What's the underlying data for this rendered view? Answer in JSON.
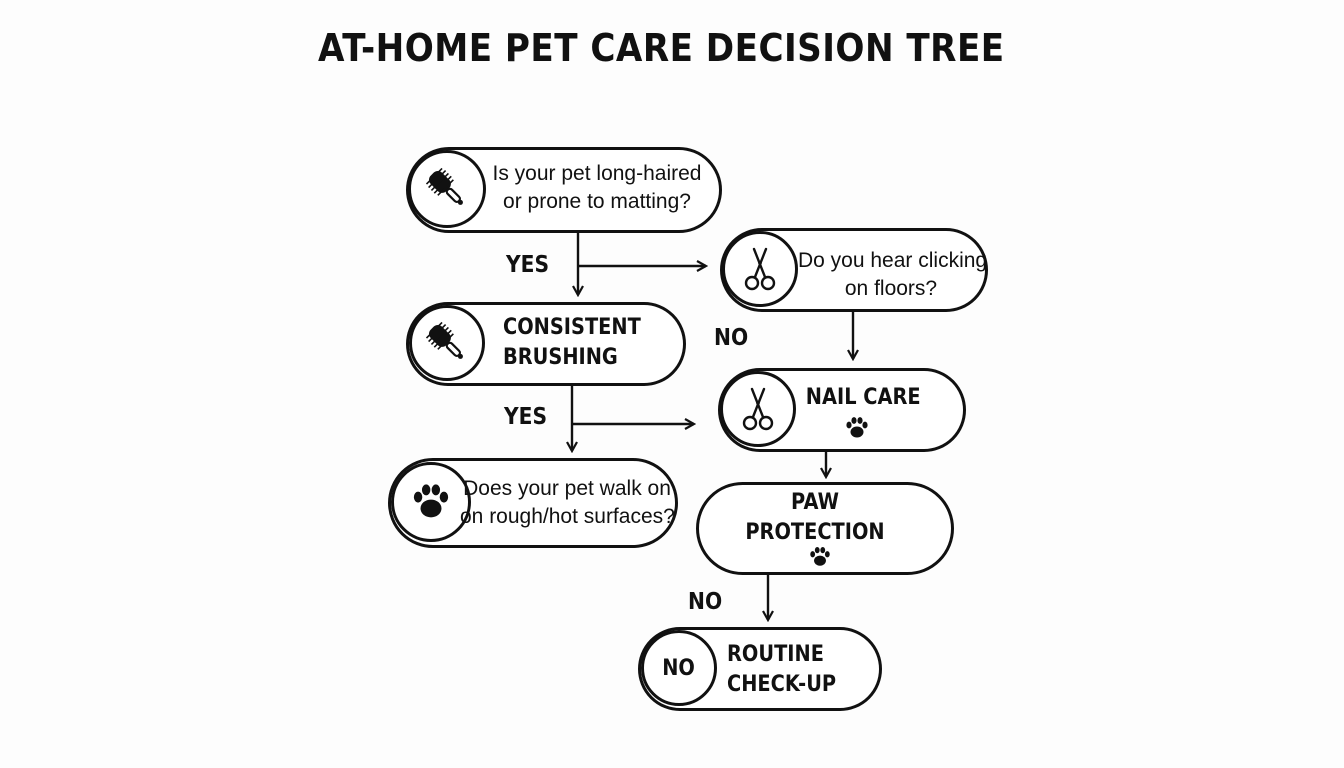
{
  "title": "AT-HOME PET CARE DECISION TREE",
  "nodes": {
    "q_long_haired": {
      "line1": "Is your pet long-haired",
      "line2": "or prone to matting?",
      "icon": "brush-icon"
    },
    "q_clicking": {
      "line1": "Do you hear clicking",
      "line2": "on floors?",
      "icon": "scissors-icon"
    },
    "consistent_brushing": {
      "line1": "CONSISTENT",
      "line2": "BRUSHING",
      "icon": "brush-icon"
    },
    "nail_care": {
      "line1": "NAIL CARE",
      "icon": "scissors-icon",
      "badge_icon": "paw-icon"
    },
    "q_rough_surfaces": {
      "line1": "Does your pet walk on",
      "line2": "on rough/hot surfaces?",
      "icon": "paw-icon"
    },
    "paw_protection": {
      "line1": "PAW",
      "line2": "PROTECTION",
      "badge_icon": "paw-icon"
    },
    "routine_checkup": {
      "line1": "ROUTINE",
      "line2": "CHECK-UP",
      "badge": "NO"
    }
  },
  "edge_labels": {
    "yes_1": "YES",
    "yes_2": "YES",
    "no_1": "NO",
    "no_2": "NO"
  },
  "colors": {
    "ink": "#111111",
    "background": "#fdfdfd"
  }
}
